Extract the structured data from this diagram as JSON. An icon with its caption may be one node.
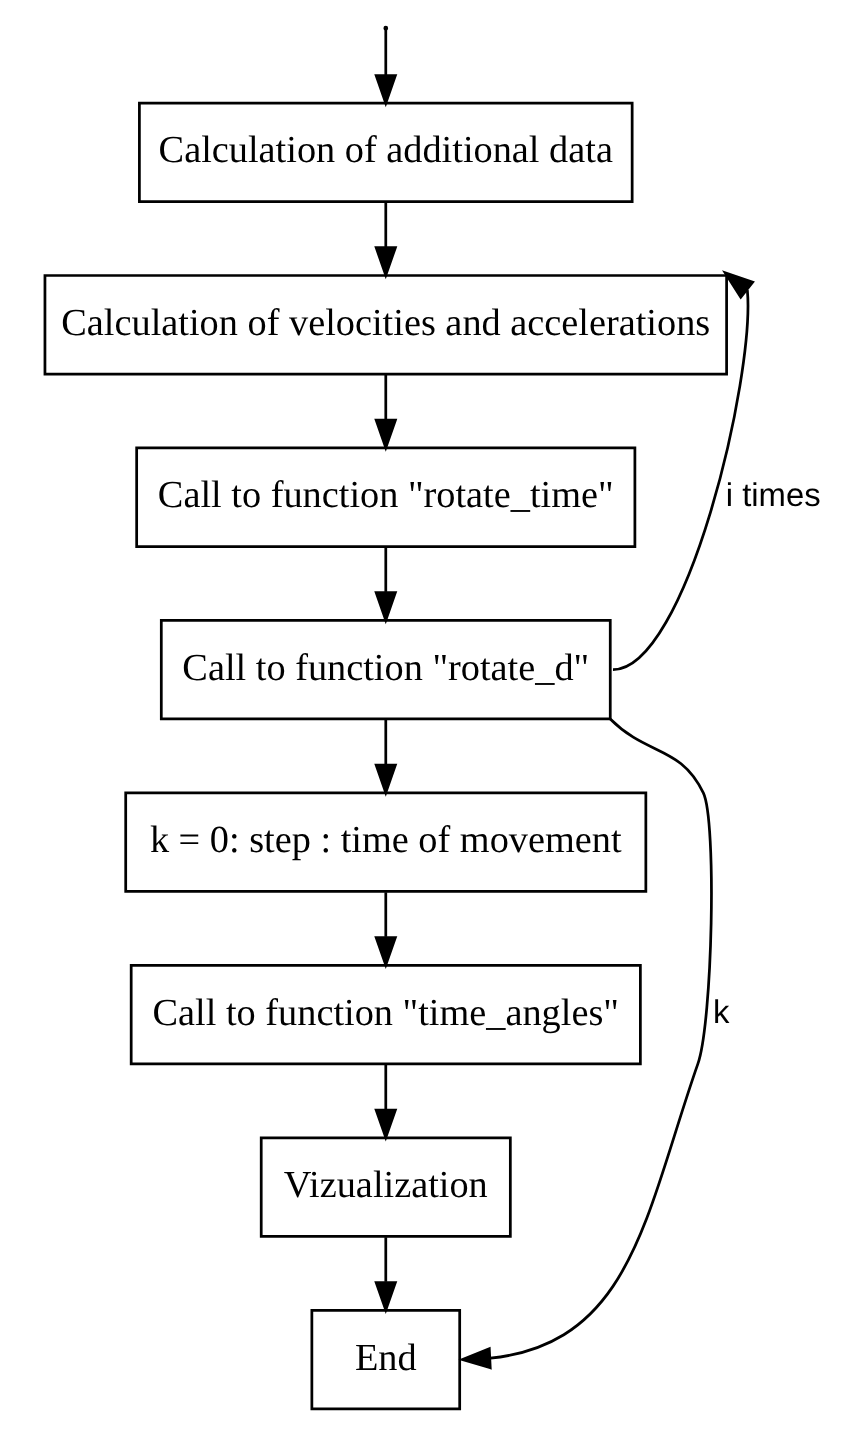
{
  "diagram": {
    "nodes": [
      {
        "text": [
          "Calculation of additional data"
        ]
      },
      {
        "text": [
          "Calculation of velocities and accelerations"
        ]
      },
      {
        "text": [
          "Call to function \"rotate_time\""
        ]
      },
      {
        "text": [
          "Call to function \"rotate_d\""
        ]
      },
      {
        "text": [
          "k = 0: step : time of movement"
        ]
      },
      {
        "text": [
          "Call to function \"time_angles\""
        ]
      },
      {
        "text": [
          "Vizualization"
        ]
      },
      {
        "text": [
          "End"
        ]
      }
    ],
    "edges": [
      {
        "from": null,
        "to": 0,
        "arrow": "to"
      },
      {
        "from": 0,
        "to": 1,
        "arrow": "to"
      },
      {
        "from": 1,
        "to": 2,
        "arrow": "to"
      },
      {
        "from": 2,
        "to": 3,
        "arrow": "to"
      },
      {
        "from": 3,
        "to": 1,
        "arrow": "to",
        "label": "i times"
      },
      {
        "from": 3,
        "to": 4,
        "arrow": "to"
      },
      {
        "from": 4,
        "to": 5,
        "arrow": "to"
      },
      {
        "from": 5,
        "to": 6,
        "arrow": "to"
      },
      {
        "from": 3,
        "to": 7,
        "arrow": "to",
        "label": "k"
      },
      {
        "from": 6,
        "to": 7,
        "arrow": "to"
      }
    ]
  }
}
